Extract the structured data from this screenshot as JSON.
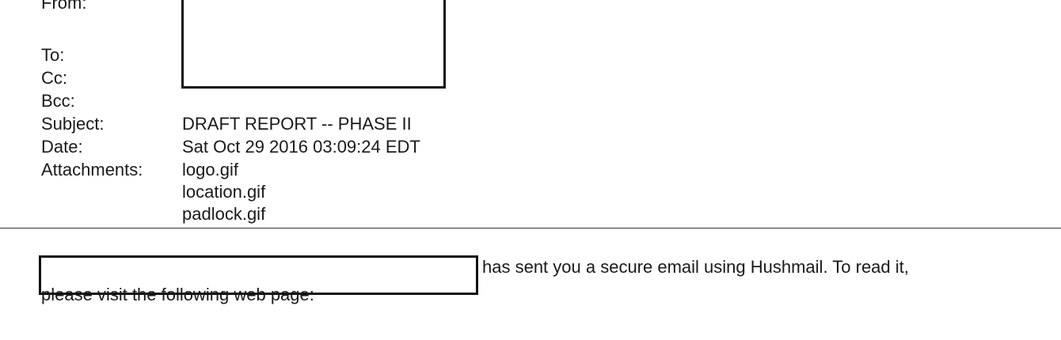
{
  "header": {
    "from_label": "From:",
    "to_label": "To:",
    "cc_label": "Cc:",
    "bcc_label": "Bcc:",
    "subject_label": "Subject:",
    "subject_value": "DRAFT REPORT -- PHASE II",
    "date_label": "Date:",
    "date_value": "Sat Oct 29 2016 03:09:24 EDT",
    "attachments_label": "Attachments:",
    "attachments": [
      "logo.gif",
      "location.gif",
      "padlock.gif"
    ]
  },
  "body": {
    "line1": "has sent you a secure email using Hushmail. To read it,",
    "line2": "please visit the following web page:"
  }
}
